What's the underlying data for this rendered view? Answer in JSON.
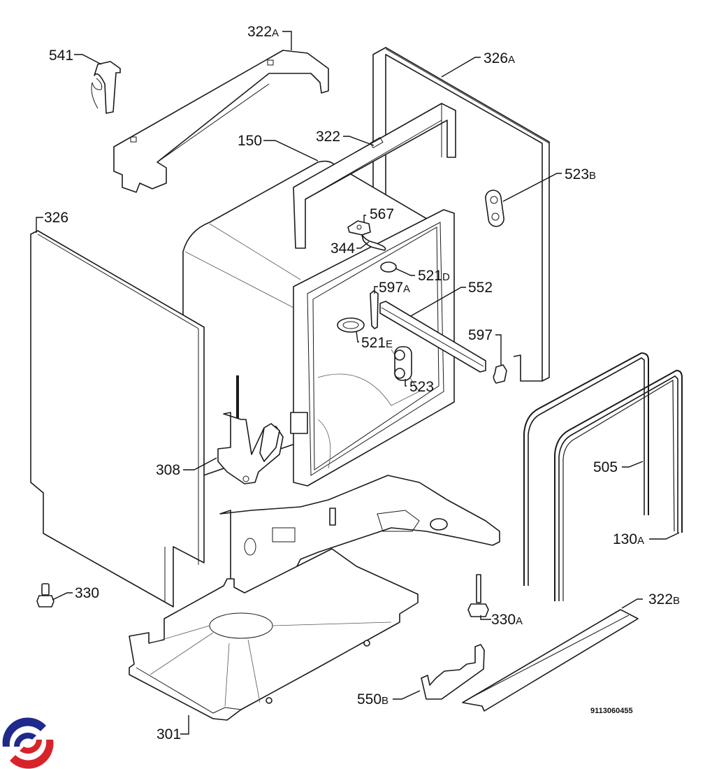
{
  "diagram": {
    "type": "exploded-parts-view",
    "subject": "dishwasher cabinet",
    "document_code": "9113060455",
    "logo_colors": {
      "blue": "#1f2a8a",
      "red": "#d8232a"
    },
    "parts": [
      {
        "id": "541",
        "num": "541",
        "suffix": ""
      },
      {
        "id": "322A",
        "num": "322",
        "suffix": "A"
      },
      {
        "id": "326A",
        "num": "326",
        "suffix": "A"
      },
      {
        "id": "150",
        "num": "150",
        "suffix": ""
      },
      {
        "id": "322",
        "num": "322",
        "suffix": ""
      },
      {
        "id": "523B",
        "num": "523",
        "suffix": "B"
      },
      {
        "id": "326",
        "num": "326",
        "suffix": ""
      },
      {
        "id": "567",
        "num": "567",
        "suffix": ""
      },
      {
        "id": "344",
        "num": "344",
        "suffix": ""
      },
      {
        "id": "521D",
        "num": "521",
        "suffix": "D"
      },
      {
        "id": "597A",
        "num": "597",
        "suffix": "A"
      },
      {
        "id": "552",
        "num": "552",
        "suffix": ""
      },
      {
        "id": "521E",
        "num": "521",
        "suffix": "E"
      },
      {
        "id": "597",
        "num": "597",
        "suffix": ""
      },
      {
        "id": "523",
        "num": "523",
        "suffix": ""
      },
      {
        "id": "308",
        "num": "308",
        "suffix": ""
      },
      {
        "id": "505",
        "num": "505",
        "suffix": ""
      },
      {
        "id": "130A",
        "num": "130",
        "suffix": "A"
      },
      {
        "id": "330",
        "num": "330",
        "suffix": ""
      },
      {
        "id": "330A",
        "num": "330",
        "suffix": "A"
      },
      {
        "id": "322B",
        "num": "322",
        "suffix": "B"
      },
      {
        "id": "550B",
        "num": "550",
        "suffix": "B"
      },
      {
        "id": "301",
        "num": "301",
        "suffix": ""
      }
    ]
  }
}
